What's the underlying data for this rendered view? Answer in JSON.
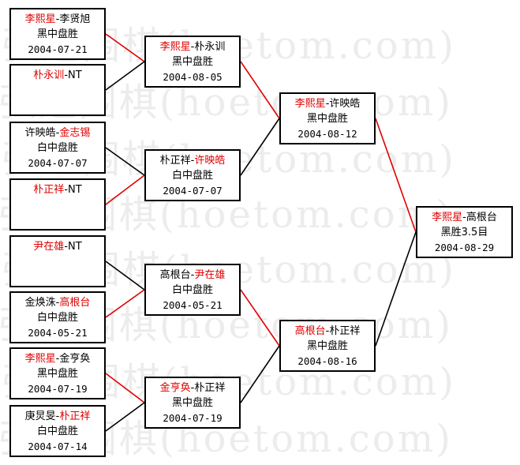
{
  "watermark_text": "弘通围棋(hoetom.com)",
  "line_colors": {
    "winner": "#e00000",
    "loser": "#000000"
  },
  "matches": [
    {
      "id": "r1m1",
      "p1": "李熙星",
      "p2": "李贤旭",
      "winner": 1,
      "result": "黑中盘胜",
      "date": "2004-07-21"
    },
    {
      "id": "r1m2",
      "p1": "朴永训",
      "p2": "NT",
      "winner": 1,
      "result": "",
      "date": ""
    },
    {
      "id": "r1m3",
      "p1": "许映皓",
      "p2": "金志锡",
      "winner": 2,
      "result": "白中盘胜",
      "date": "2004-07-07"
    },
    {
      "id": "r1m4",
      "p1": "朴正祥",
      "p2": "NT",
      "winner": 1,
      "result": "",
      "date": ""
    },
    {
      "id": "r1m5",
      "p1": "尹在雄",
      "p2": "NT",
      "winner": 1,
      "result": "",
      "date": ""
    },
    {
      "id": "r1m6",
      "p1": "金焕洙",
      "p2": "高根台",
      "winner": 2,
      "result": "白中盘胜",
      "date": "2004-05-21"
    },
    {
      "id": "r1m7",
      "p1": "李熙星",
      "p2": "金亨奂",
      "winner": 1,
      "result": "黑中盘胜",
      "date": "2004-07-19"
    },
    {
      "id": "r1m8",
      "p1": "庚炅旻",
      "p2": "朴正祥",
      "winner": 2,
      "result": "白中盘胜",
      "date": "2004-07-14"
    },
    {
      "id": "r2m1",
      "p1": "李熙星",
      "p2": "朴永训",
      "winner": 1,
      "result": "黑中盘胜",
      "date": "2004-08-05"
    },
    {
      "id": "r2m2",
      "p1": "朴正祥",
      "p2": "许映皓",
      "winner": 2,
      "result": "白中盘胜",
      "date": "2004-07-07"
    },
    {
      "id": "r2m3",
      "p1": "高根台",
      "p2": "尹在雄",
      "winner": 2,
      "result": "白中盘胜",
      "date": "2004-05-21"
    },
    {
      "id": "r2m4",
      "p1": "金亨奂",
      "p2": "朴正祥",
      "winner": 1,
      "result": "黑中盘胜",
      "date": "2004-07-19"
    },
    {
      "id": "r3m1",
      "p1": "李熙星",
      "p2": "许映皓",
      "winner": 1,
      "result": "黑中盘胜",
      "date": "2004-08-12"
    },
    {
      "id": "r3m2",
      "p1": "高根台",
      "p2": "朴正祥",
      "winner": 1,
      "result": "黑中盘胜",
      "date": "2004-08-16"
    },
    {
      "id": "final",
      "p1": "李熙星",
      "p2": "高根台",
      "winner": 1,
      "result": "黑胜3.5目",
      "date": "2004-08-29"
    }
  ]
}
